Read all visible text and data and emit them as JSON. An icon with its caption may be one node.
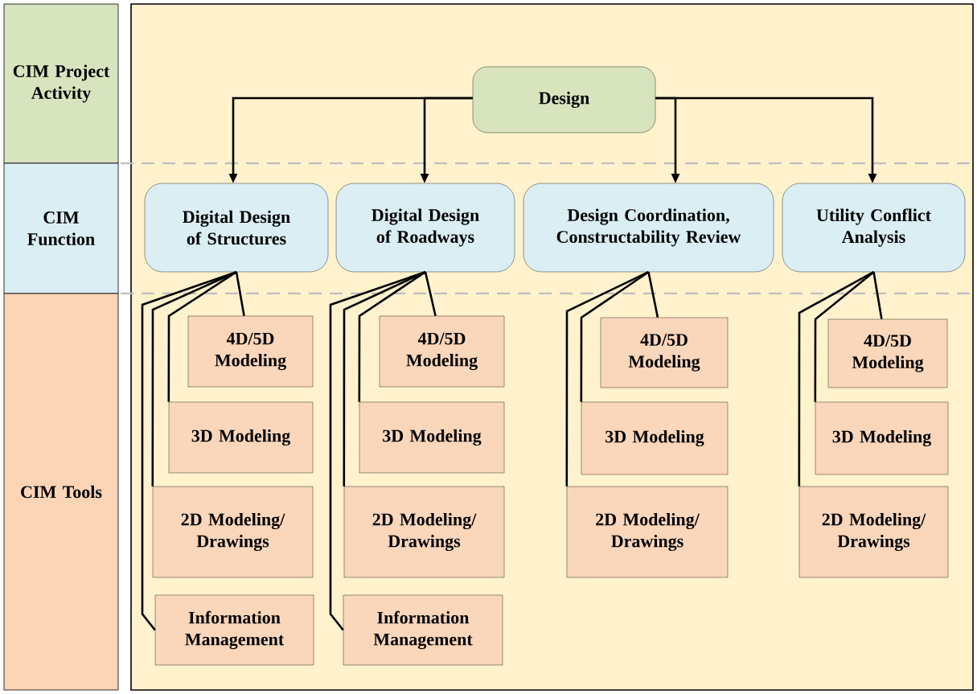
{
  "diagram": {
    "nodes": [
      {
        "text": [
          "CIM Project Activity"
        ]
      },
      {
        "text": [
          "CIM Function"
        ]
      },
      {
        "text": [
          "CIM Tools"
        ]
      },
      {
        "text": [
          "Design"
        ]
      },
      {
        "text": [
          "Digital Design of Structures"
        ]
      },
      {
        "text": [
          "Digital Design of Roadways"
        ]
      },
      {
        "text": [
          "Design Coordination, Constructability Review"
        ]
      },
      {
        "text": [
          "Utility Conflict Analysis"
        ]
      },
      {
        "text": [
          "4D/5D Modeling"
        ]
      },
      {
        "text": [
          "3D Modeling"
        ]
      },
      {
        "text": [
          "2D Modeling/ Drawings"
        ]
      },
      {
        "text": [
          "Information Management"
        ]
      },
      {
        "text": [
          "4D/5D Modeling"
        ]
      },
      {
        "text": [
          "3D Modeling"
        ]
      },
      {
        "text": [
          "2D Modeling/ Drawings"
        ]
      },
      {
        "text": [
          "Information Management"
        ]
      },
      {
        "text": [
          "4D/5D Modeling"
        ]
      },
      {
        "text": [
          "3D Modeling"
        ]
      },
      {
        "text": [
          "2D Modeling/ Drawings"
        ]
      },
      {
        "text": [
          "4D/5D Modeling"
        ]
      },
      {
        "text": [
          "3D Modeling"
        ]
      },
      {
        "text": [
          "2D Modeling/ Drawings"
        ]
      }
    ],
    "edges": [
      {
        "from": 3,
        "to": 4,
        "arrow": "to"
      },
      {
        "from": 3,
        "to": 5,
        "arrow": "to"
      },
      {
        "from": 3,
        "to": 6,
        "arrow": "to"
      },
      {
        "from": 3,
        "to": 7,
        "arrow": "to"
      },
      {
        "from": 4,
        "to": 8,
        "arrow": "none"
      },
      {
        "from": 4,
        "to": 9,
        "arrow": "none"
      },
      {
        "from": 4,
        "to": 10,
        "arrow": "none"
      },
      {
        "from": 4,
        "to": 11,
        "arrow": "none"
      },
      {
        "from": 5,
        "to": 12,
        "arrow": "none"
      },
      {
        "from": 5,
        "to": 13,
        "arrow": "none"
      },
      {
        "from": 5,
        "to": 14,
        "arrow": "none"
      },
      {
        "from": 5,
        "to": 15,
        "arrow": "none"
      },
      {
        "from": 6,
        "to": 16,
        "arrow": "none"
      },
      {
        "from": 6,
        "to": 17,
        "arrow": "none"
      },
      {
        "from": 6,
        "to": 18,
        "arrow": "none"
      },
      {
        "from": 7,
        "to": 19,
        "arrow": "none"
      },
      {
        "from": 7,
        "to": 20,
        "arrow": "none"
      },
      {
        "from": 7,
        "to": 21,
        "arrow": "none"
      }
    ]
  }
}
